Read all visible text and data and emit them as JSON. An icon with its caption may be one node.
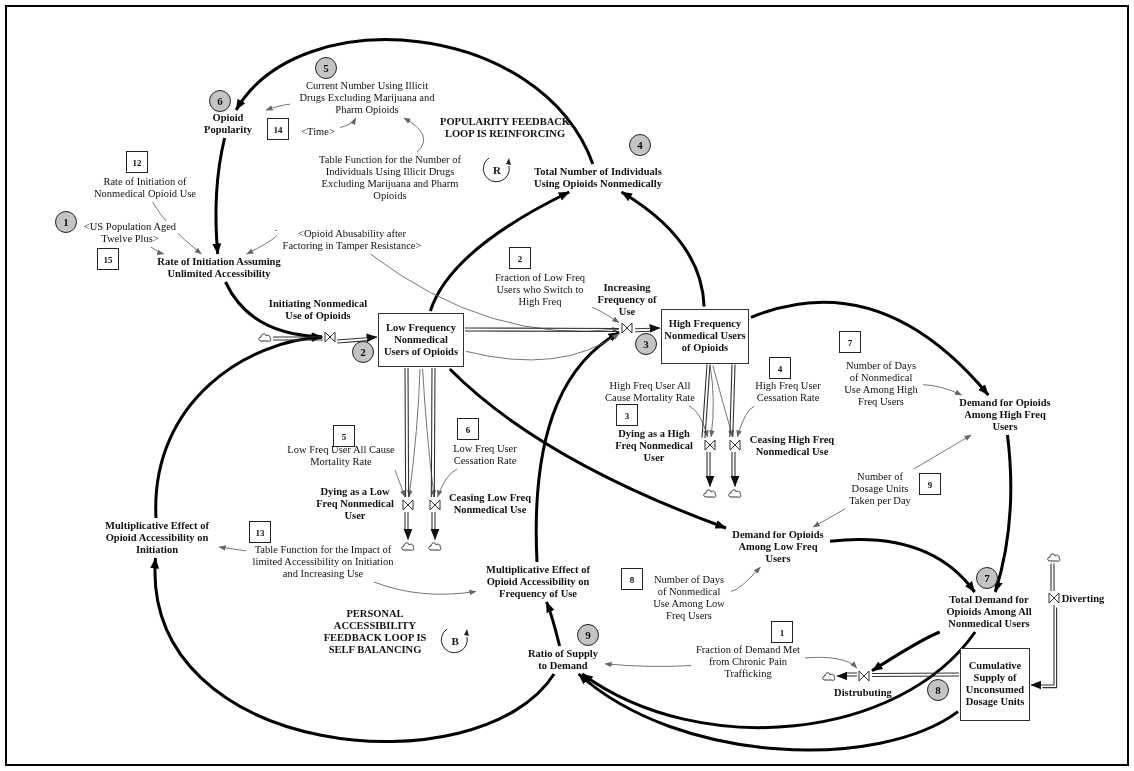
{
  "diagram": {
    "nodes": [
      {
        "text": [
          "Opioid Popularity"
        ]
      },
      {
        "text": [
          "Current Number Using Illicit Drugs Excluding Marijuana and Pharm Opioids"
        ]
      },
      {
        "text": [
          "<Time>"
        ]
      },
      {
        "text": [
          "Table Function for the Number of Individuals Using Illicit Drugs Excluding Marijuana and Pharm Opioids"
        ]
      },
      {
        "text": [
          "Rate of Initiation of Nonmedical Opioid Use"
        ]
      },
      {
        "text": [
          "<US Population Aged Twelve Plus>"
        ]
      },
      {
        "text": [
          "Rate of Initiation Assuming Unlimited Accessibility"
        ]
      },
      {
        "text": [
          "<Opioid Abusability after Factoring in Tamper Resistance>"
        ]
      },
      {
        "text": [
          "Total Number of Individuals Using Opioids Nonmedically"
        ]
      },
      {
        "text": [
          "Fraction of Low Freq Users who Switch to High Freq"
        ]
      },
      {
        "text": [],
        "shape": "valve",
        "beside": [
          "Initiating Nonmedical Use of Opioids"
        ]
      },
      {
        "text": [
          "Low Frequency Nonmedical Users of Opioids"
        ]
      },
      {
        "text": [],
        "shape": "valve",
        "beside": [
          "Increasing Frequency of Use"
        ]
      },
      {
        "text": [
          "High Frequency Nonmedical Users of Opioids"
        ]
      },
      {
        "text": [],
        "shape": "cloud"
      },
      {
        "text": [
          "Low Freq User All Cause Mortality Rate"
        ]
      },
      {
        "text": [
          "Low Freq User Cessation Rate"
        ]
      },
      {
        "text": [],
        "shape": "valve",
        "beside": [
          "Dying as a Low Freq Nonmedical User"
        ]
      },
      {
        "text": [],
        "shape": "valve",
        "beside": [
          "Ceasing Low Freq Nonmedical Use"
        ]
      },
      {
        "text": [],
        "shape": "cloud"
      },
      {
        "text": [],
        "shape": "cloud"
      },
      {
        "text": [
          "High Freq User All Cause Mortality Rate"
        ]
      },
      {
        "text": [
          "High Freq User Cessation Rate"
        ]
      },
      {
        "text": [],
        "shape": "valve",
        "beside": [
          "Dying as a High Freq Nonmedical User"
        ]
      },
      {
        "text": [],
        "shape": "valve",
        "beside": [
          "Ceasing High Freq Nonmedical Use"
        ]
      },
      {
        "text": [],
        "shape": "cloud"
      },
      {
        "text": [],
        "shape": "cloud"
      },
      {
        "text": [
          "Number of Days of Nonmedical Use Among High Freq Users"
        ]
      },
      {
        "text": [
          "Demand for Opioids Among High Freq Users"
        ]
      },
      {
        "text": [
          "Number of Dosage Units Taken per Day"
        ]
      },
      {
        "text": [
          "Demand for Opioids Among Low Freq Users"
        ]
      },
      {
        "text": [
          "Multiplicative Effect of Opioid Accessibility on Initiation"
        ]
      },
      {
        "text": [
          "Table Function for the Impact of limited Accessibility on Initiation and Increasing Use"
        ]
      },
      {
        "text": [
          "Multiplicative Effect of Opioid Accessibility on Frequency of Use"
        ]
      },
      {
        "text": [
          "Number of Days of Nonmedical Use Among Low Freq Users"
        ]
      },
      {
        "text": [
          "Total Demand for Opioids Among All Nonmedical Users"
        ]
      },
      {
        "text": [
          "Fraction of Demand Met from Chronic Pain Trafficking"
        ]
      },
      {
        "text": [
          "Ratio of Supply to Demand"
        ]
      },
      {
        "text": [],
        "shape": "valve",
        "beside": [
          "Distrubuting"
        ]
      },
      {
        "text": [
          "Cumulative Supply of Unconsumed Dosage Units"
        ]
      },
      {
        "text": [],
        "shape": "valve",
        "beside": [
          "Diverting"
        ]
      },
      {
        "text": [],
        "shape": "cloud"
      },
      {
        "text": [],
        "shape": "cloud"
      }
    ],
    "edges": [
      {
        "from": 8,
        "to": 0,
        "arrow": "to",
        "style": "thick",
        "color": "#000000"
      },
      {
        "from": 0,
        "to": 6,
        "arrow": "to",
        "style": "thick",
        "color": "#000000"
      },
      {
        "from": 6,
        "to": 10,
        "arrow": "to",
        "style": "thick",
        "color": "#000000"
      },
      {
        "from": 11,
        "to": 8,
        "arrow": "to",
        "style": "thick",
        "color": "#000000"
      },
      {
        "from": 13,
        "to": 8,
        "arrow": "to",
        "style": "thick",
        "color": "#000000"
      },
      {
        "from": 13,
        "to": 28,
        "arrow": "to",
        "style": "thick",
        "color": "#000000"
      },
      {
        "from": 11,
        "to": 30,
        "arrow": "to",
        "style": "thick",
        "color": "#000000"
      },
      {
        "from": 28,
        "to": 35,
        "arrow": "to",
        "style": "thick",
        "color": "#000000"
      },
      {
        "from": 30,
        "to": 35,
        "arrow": "to",
        "style": "thick",
        "color": "#000000"
      },
      {
        "from": 35,
        "to": 38,
        "arrow": "to",
        "style": "thick",
        "color": "#000000"
      },
      {
        "from": 35,
        "to": 37,
        "arrow": "to",
        "style": "thick",
        "color": "#000000"
      },
      {
        "from": 39,
        "to": 37,
        "arrow": "to",
        "style": "thick",
        "color": "#000000"
      },
      {
        "from": 37,
        "to": 33,
        "arrow": "to",
        "style": "thick",
        "color": "#000000"
      },
      {
        "from": 37,
        "to": 31,
        "arrow": "to",
        "style": "thick",
        "color": "#000000"
      },
      {
        "from": 31,
        "to": 10,
        "arrow": "to",
        "style": "thick",
        "color": "#000000"
      },
      {
        "from": 33,
        "to": 12,
        "arrow": "to",
        "style": "thick",
        "color": "#000000"
      },
      {
        "from": 1,
        "to": 0,
        "arrow": "to"
      },
      {
        "from": 2,
        "to": 1,
        "arrow": "to"
      },
      {
        "from": 3,
        "to": 1,
        "arrow": "to"
      },
      {
        "from": 4,
        "to": 6,
        "arrow": "to"
      },
      {
        "from": 5,
        "to": 6,
        "arrow": "to"
      },
      {
        "from": 7,
        "to": 6,
        "arrow": "to"
      },
      {
        "from": 7,
        "to": 12,
        "arrow": "to"
      },
      {
        "from": 9,
        "to": 12,
        "arrow": "to"
      },
      {
        "from": 11,
        "to": 12,
        "arrow": "to"
      },
      {
        "from": 11,
        "to": 17,
        "arrow": "to"
      },
      {
        "from": 11,
        "to": 18,
        "arrow": "to"
      },
      {
        "from": 15,
        "to": 17,
        "arrow": "to"
      },
      {
        "from": 16,
        "to": 18,
        "arrow": "to"
      },
      {
        "from": 13,
        "to": 23,
        "arrow": "to"
      },
      {
        "from": 13,
        "to": 24,
        "arrow": "to"
      },
      {
        "from": 21,
        "to": 23,
        "arrow": "to"
      },
      {
        "from": 22,
        "to": 24,
        "arrow": "to"
      },
      {
        "from": 27,
        "to": 28,
        "arrow": "to"
      },
      {
        "from": 29,
        "to": 28,
        "arrow": "to"
      },
      {
        "from": 29,
        "to": 30,
        "arrow": "to"
      },
      {
        "from": 34,
        "to": 30,
        "arrow": "to"
      },
      {
        "from": 32,
        "to": 31,
        "arrow": "to"
      },
      {
        "from": 32,
        "to": 33,
        "arrow": "to"
      },
      {
        "from": 36,
        "to": 37,
        "arrow": "to"
      },
      {
        "from": 36,
        "to": 38,
        "arrow": "to"
      },
      {
        "from": 14,
        "to": 10,
        "arrow": "none"
      },
      {
        "from": 10,
        "to": 11,
        "arrow": "to"
      },
      {
        "from": 11,
        "to": 12,
        "arrow": "none"
      },
      {
        "from": 12,
        "to": 13,
        "arrow": "to"
      },
      {
        "from": 11,
        "to": 17,
        "arrow": "none"
      },
      {
        "from": 17,
        "to": 19,
        "arrow": "to"
      },
      {
        "from": 11,
        "to": 18,
        "arrow": "none"
      },
      {
        "from": 18,
        "to": 20,
        "arrow": "to"
      },
      {
        "from": 13,
        "to": 23,
        "arrow": "none"
      },
      {
        "from": 23,
        "to": 25,
        "arrow": "to"
      },
      {
        "from": 13,
        "to": 24,
        "arrow": "none"
      },
      {
        "from": 24,
        "to": 26,
        "arrow": "to"
      },
      {
        "from": 39,
        "to": 38,
        "arrow": "none"
      },
      {
        "from": 38,
        "to": 41,
        "arrow": "to"
      },
      {
        "from": 42,
        "to": 40,
        "arrow": "none"
      },
      {
        "from": 40,
        "to": 39,
        "arrow": "to"
      }
    ],
    "labels": [
      "5",
      "6",
      "14",
      "POPULARITY FEEDBACK LOOP IS REINFORCING",
      "4",
      "12",
      "R",
      "1",
      "2",
      "15",
      "7",
      "2",
      "3",
      "4",
      "3",
      "6",
      "5",
      "9",
      "13",
      "7",
      "8",
      "PERSONAL ACCESSIBILITY FEEDBACK LOOP IS SELF BALANCING",
      "1",
      "9",
      "B",
      "8"
    ]
  }
}
